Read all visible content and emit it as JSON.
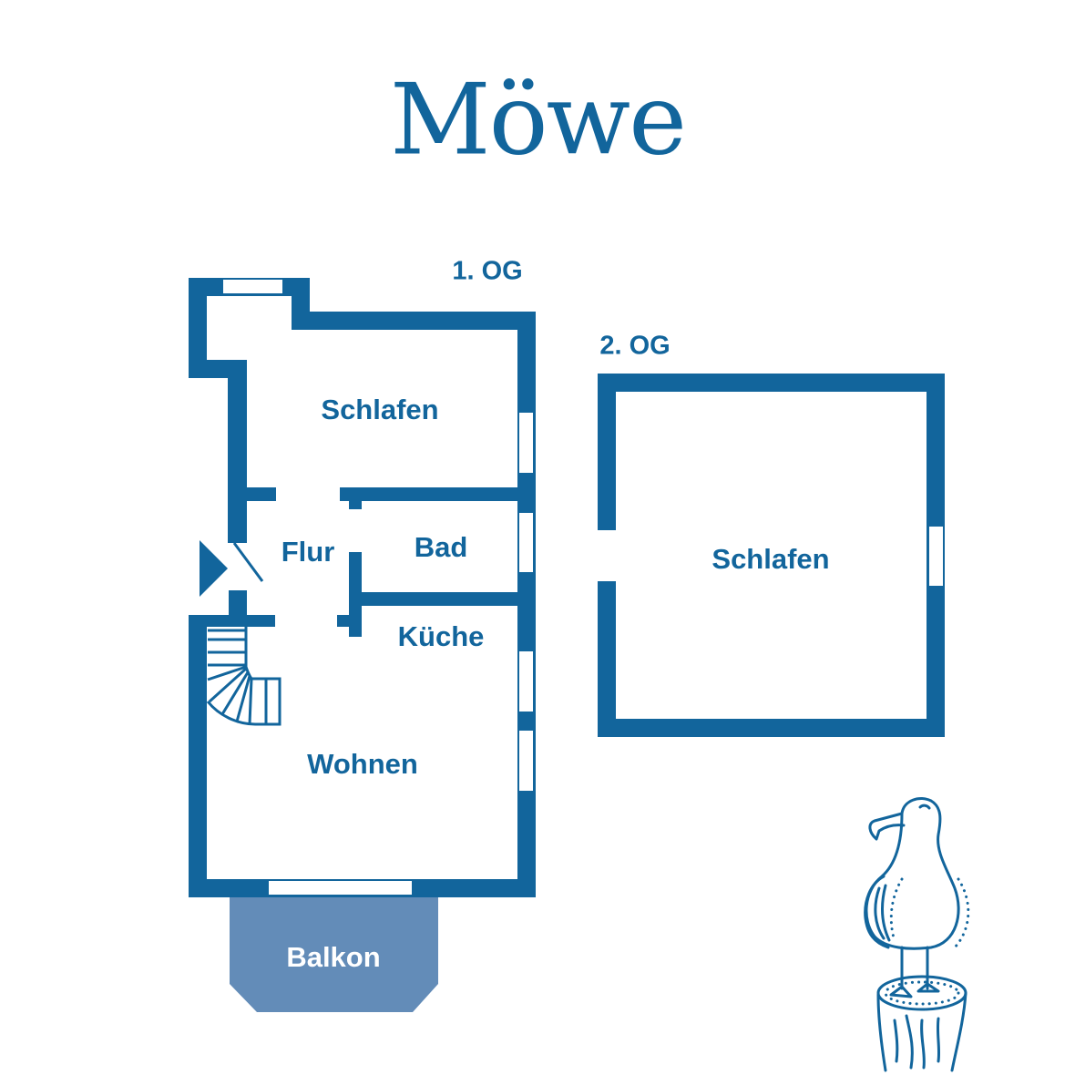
{
  "title": "Möwe",
  "colors": {
    "primary": "#12659c",
    "balcony": "#638cb8",
    "background": "#ffffff"
  },
  "floor_1": {
    "label": "1. OG",
    "rooms": {
      "schlafen": "Schlafen",
      "flur": "Flur",
      "bad": "Bad",
      "kueche": "Küche",
      "wohnen": "Wohnen",
      "balkon": "Balkon"
    }
  },
  "floor_2": {
    "label": "2. OG",
    "rooms": {
      "schlafen": "Schlafen"
    }
  },
  "decoration": {
    "icon": "seagull-illustration"
  }
}
